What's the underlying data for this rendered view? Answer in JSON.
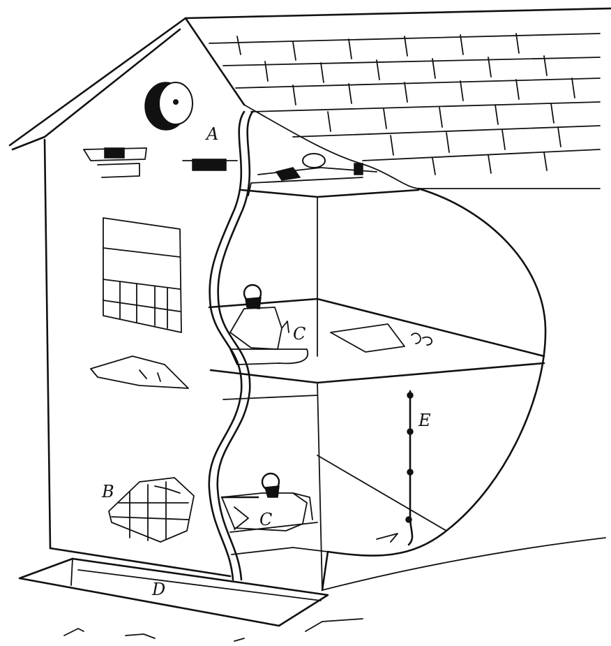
{
  "labels": {
    "a": "A",
    "b": "B",
    "c_upper": "C",
    "c_lower": "C",
    "d": "D",
    "e": "E"
  },
  "colors": {
    "ink": "#111111",
    "paper": "#ffffff"
  }
}
